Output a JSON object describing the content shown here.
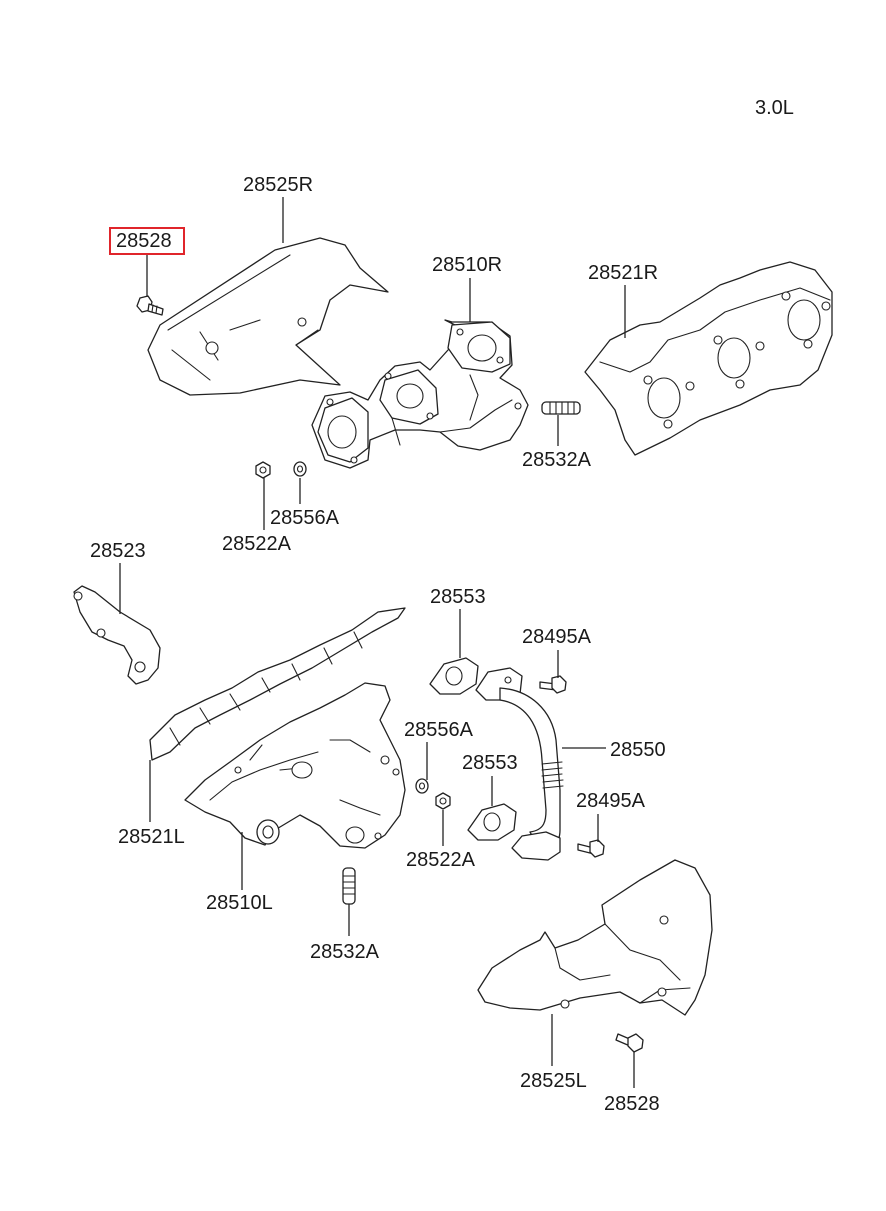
{
  "engine_label": "3.0L",
  "parts": {
    "p28525R": "28525R",
    "p28528_top": "28528",
    "p28510R": "28510R",
    "p28521R": "28521R",
    "p28532A_top": "28532A",
    "p28556A_top": "28556A",
    "p28522A_top": "28522A",
    "p28523": "28523",
    "p28553_top": "28553",
    "p28495A_top": "28495A",
    "p28556A_mid": "28556A",
    "p28550": "28550",
    "p28553_mid": "28553",
    "p28495A_mid": "28495A",
    "p28521L": "28521L",
    "p28522A_mid": "28522A",
    "p28510L": "28510L",
    "p28532A_bottom": "28532A",
    "p28525L": "28525L",
    "p28528_bottom": "28528"
  },
  "highlight_color": "#e0252b"
}
